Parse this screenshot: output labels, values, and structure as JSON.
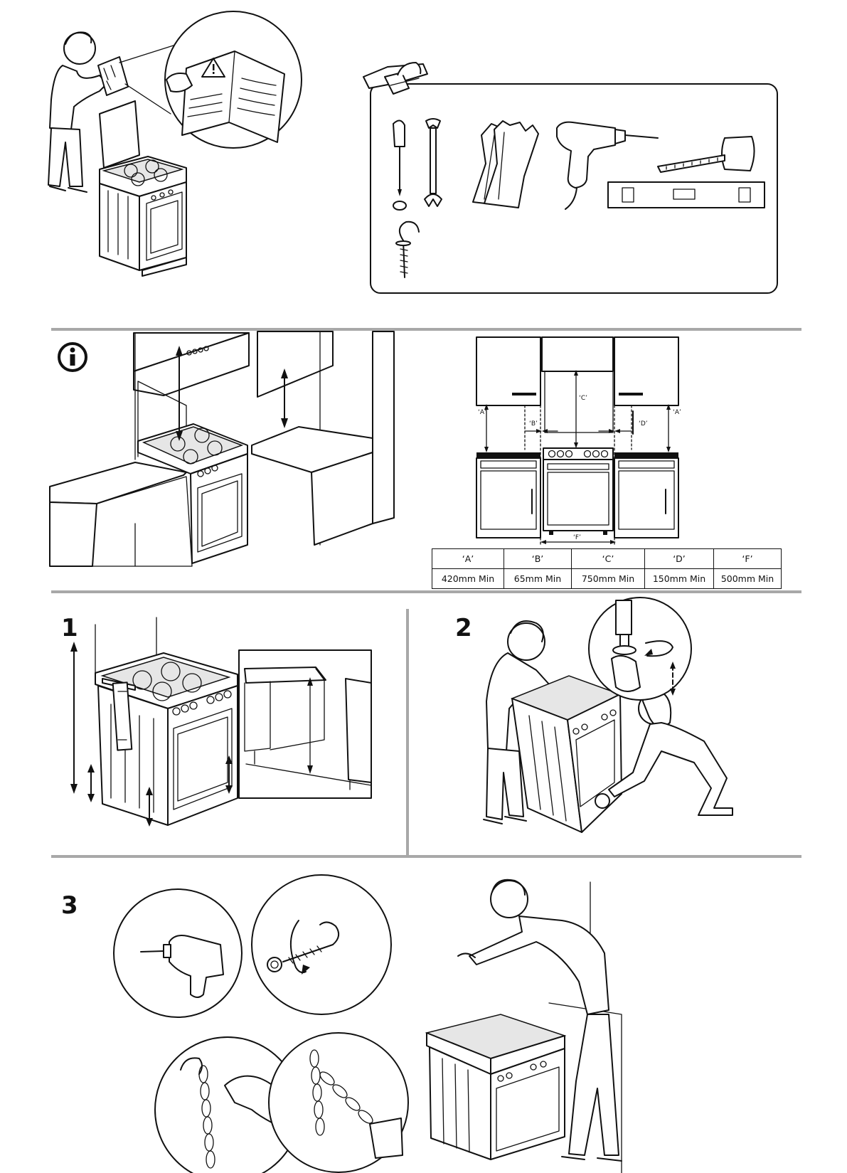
{
  "steps": {
    "s1": "1",
    "s2": "2",
    "s3": "3"
  },
  "clearances": {
    "headers": [
      "‘A’",
      "‘B’",
      "‘C’",
      "‘D’",
      "‘F’"
    ],
    "values": [
      "420mm Min",
      "65mm Min",
      "750mm Min",
      "150mm Min",
      "500mm Min"
    ]
  },
  "diagram_labels": {
    "a": "‘A’",
    "b": "‘B’",
    "c": "‘C’",
    "d": "‘D’",
    "f": "‘F’"
  },
  "icons": [
    "warning-icon",
    "info-icon",
    "toolbox-icon",
    "screwdriver-icon",
    "wrench-icon",
    "gloves-icon",
    "drill-icon",
    "tape-measure-icon",
    "spirit-level-icon",
    "hook-icon"
  ]
}
